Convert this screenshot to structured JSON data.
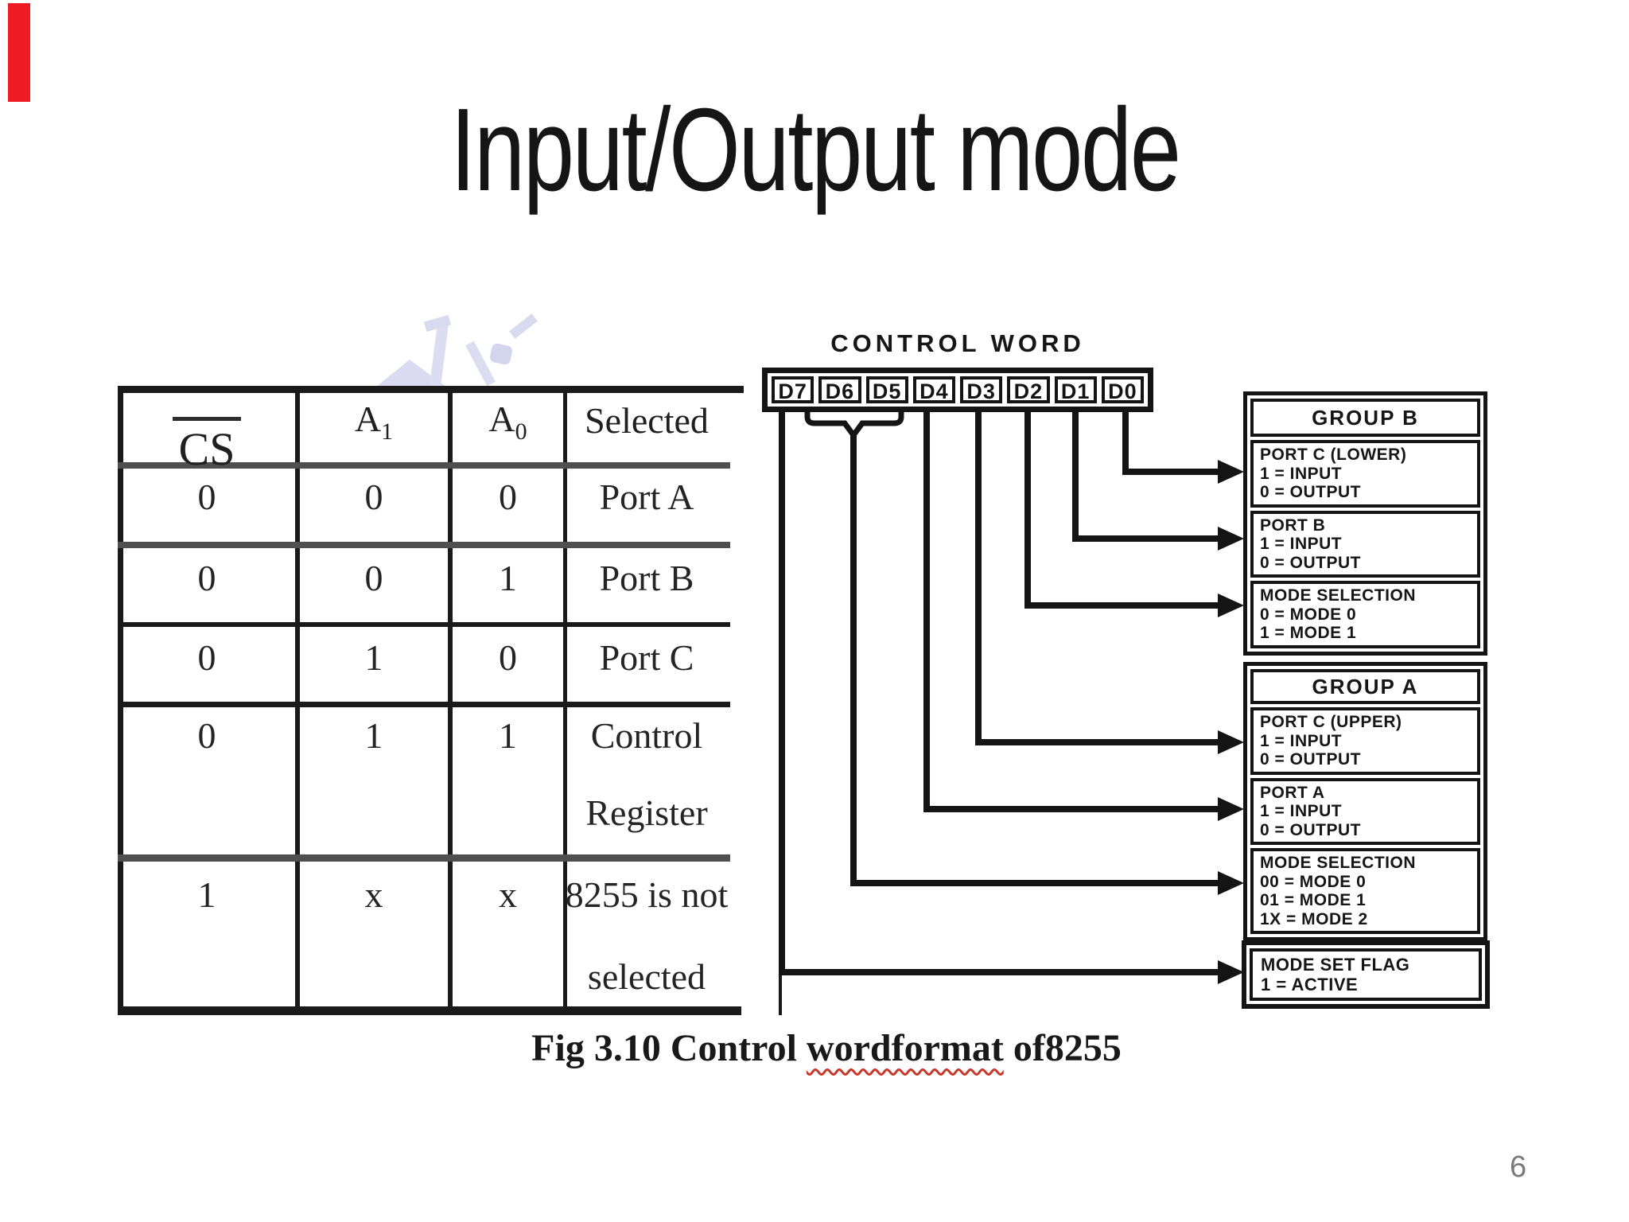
{
  "slide": {
    "title": "Input/Output mode",
    "page_number": "6"
  },
  "colors": {
    "accent_red_bar": "#ed1c24",
    "ink": "#161616",
    "table_gray_rule": "#4f4f4f",
    "watermark_lavender": "#dcddf1",
    "squiggle_red": "#c8382b",
    "page_number_gray": "#7a7a7a"
  },
  "table": {
    "headers": {
      "cs": "CS",
      "a1": {
        "base": "A",
        "sub": "1"
      },
      "a0": {
        "base": "A",
        "sub": "0"
      },
      "selected": "Selected"
    },
    "rows": [
      {
        "cs": "0",
        "a1": "0",
        "a0": "0",
        "selected": [
          "Port A"
        ]
      },
      {
        "cs": "0",
        "a1": "0",
        "a0": "1",
        "selected": [
          "Port B"
        ]
      },
      {
        "cs": "0",
        "a1": "1",
        "a0": "0",
        "selected": [
          "Port C"
        ]
      },
      {
        "cs": "0",
        "a1": "1",
        "a0": "1",
        "selected": [
          "Control",
          "Register"
        ]
      },
      {
        "cs": "1",
        "a1": "x",
        "a0": "x",
        "selected": [
          "8255 is not",
          "selected"
        ]
      }
    ]
  },
  "control_word": {
    "label": "CONTROL WORD",
    "bits": [
      "D7",
      "D6",
      "D5",
      "D4",
      "D3",
      "D2",
      "D1",
      "D0"
    ]
  },
  "group_b": {
    "title": "GROUP B",
    "cells": [
      [
        "PORT C (LOWER)",
        "1 = INPUT",
        "0 = OUTPUT"
      ],
      [
        "PORT B",
        "1 = INPUT",
        "0 = OUTPUT"
      ],
      [
        "MODE SELECTION",
        "0 = MODE 0",
        "1 = MODE 1"
      ]
    ]
  },
  "group_a": {
    "title": "GROUP A",
    "cells": [
      [
        "PORT C (UPPER)",
        "1 = INPUT",
        "0 = OUTPUT"
      ],
      [
        "PORT A",
        "1 = INPUT",
        "0 = OUTPUT"
      ],
      [
        "MODE SELECTION",
        "00 = MODE 0",
        "01 = MODE 1",
        "1X = MODE 2"
      ]
    ]
  },
  "mode_set_flag": {
    "lines": [
      "MODE SET FLAG",
      "1 = ACTIVE"
    ]
  },
  "caption": {
    "lead": "Fig 3.10 Control ",
    "word": "wordformat",
    "tail": " of8255"
  }
}
